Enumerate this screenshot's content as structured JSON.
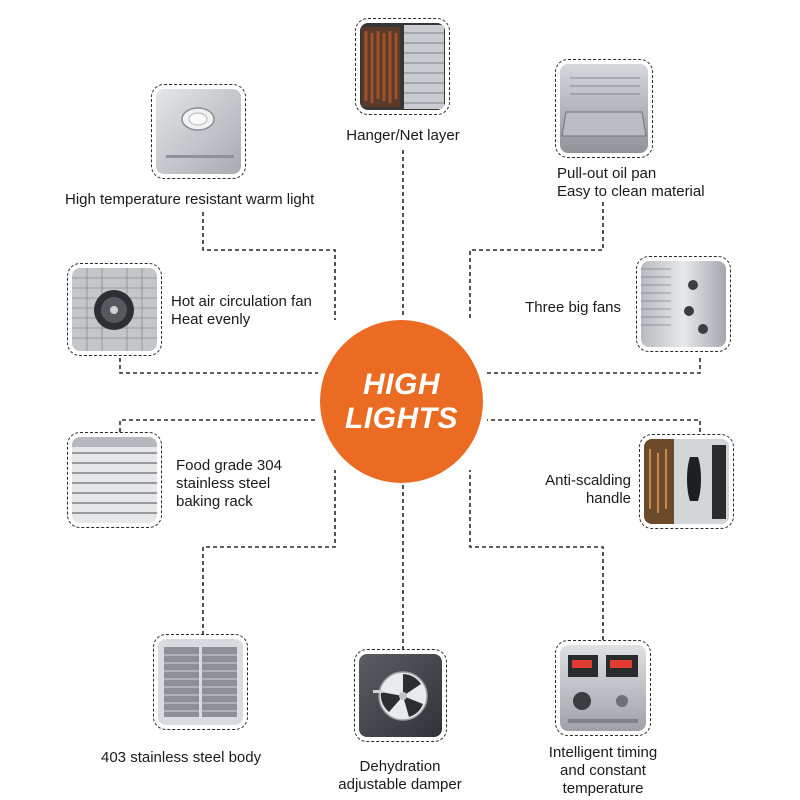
{
  "hub": {
    "line1": "HIGH",
    "line2": "LIGHTS"
  },
  "features": {
    "hanger": "Hanger/Net layer",
    "light": "High temperature resistant warm light",
    "oil_pan_1": "Pull-out oil pan",
    "oil_pan_2": "Easy to clean material",
    "fan_1": "Hot air circulation fan",
    "fan_2": "Heat evenly",
    "three_fans": "Three big fans",
    "rack_1": "Food grade 304",
    "rack_2": "stainless steel",
    "rack_3": "baking rack",
    "handle_1": "Anti-scalding",
    "handle_2": "handle",
    "body": "403 stainless steel body",
    "damper_1": "Dehydration",
    "damper_2": "adjustable damper",
    "timer_1": "Intelligent timing",
    "timer_2": "and constant",
    "timer_3": "temperature"
  },
  "colors": {
    "accent": "#ec6b23",
    "line": "#2a2a2a"
  }
}
